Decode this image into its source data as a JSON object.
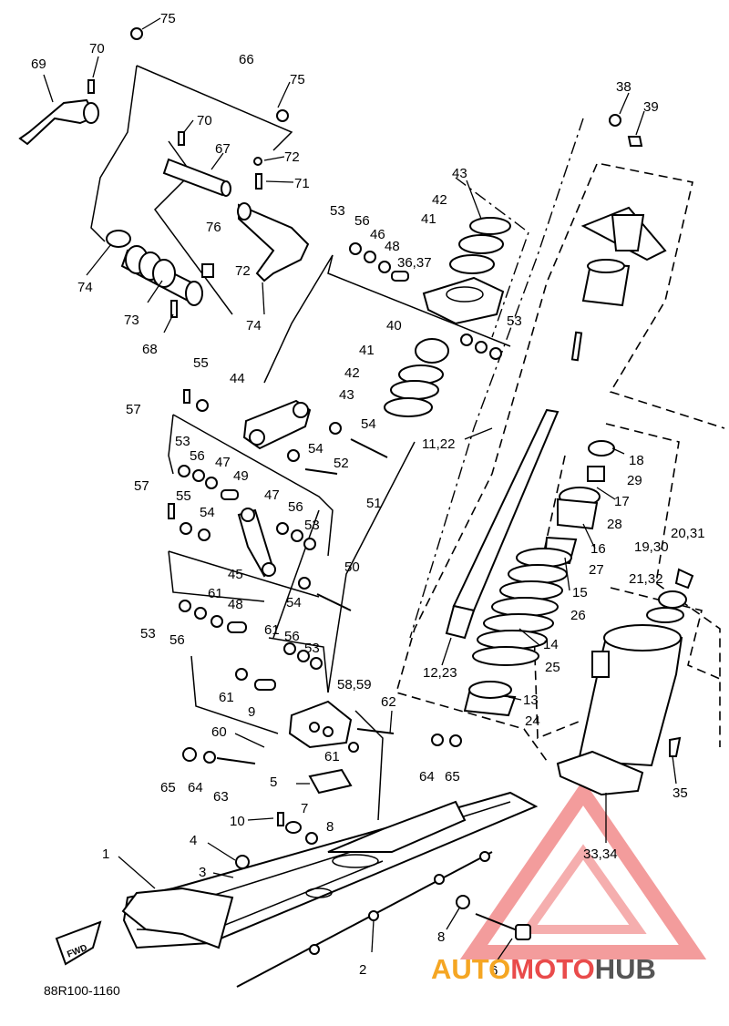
{
  "drawing_code": "88R100-1160",
  "fwd_label": "FWD",
  "watermark": {
    "part1": "AUTO",
    "part2": "MOTO",
    "part3": "HUB"
  },
  "colors": {
    "ink": "#000000",
    "watermark_red": "#e94b4b",
    "watermark_orange": "#f5a623",
    "watermark_gray": "#555555"
  },
  "callouts": [
    "75",
    "70",
    "66",
    "69",
    "75",
    "38",
    "39",
    "70",
    "67",
    "72",
    "71",
    "43",
    "42",
    "53",
    "56",
    "46",
    "48",
    "41",
    "36,37",
    "76",
    "72",
    "74",
    "73",
    "68",
    "74",
    "53",
    "40",
    "41",
    "42",
    "43",
    "55",
    "44",
    "57",
    "54",
    "54",
    "53",
    "56",
    "47",
    "49",
    "52",
    "51",
    "11,22",
    "18",
    "29",
    "17",
    "28",
    "57",
    "55",
    "54",
    "47",
    "56",
    "53",
    "16",
    "27",
    "20,31",
    "19,30",
    "50",
    "45",
    "54",
    "15",
    "26",
    "21,32",
    "61",
    "48",
    "53",
    "56",
    "14",
    "25",
    "61",
    "56",
    "53",
    "61",
    "9",
    "58,59",
    "62",
    "12,23",
    "13",
    "24",
    "60",
    "61",
    "65",
    "64",
    "63",
    "5",
    "64",
    "65",
    "35",
    "10",
    "7",
    "8",
    "4",
    "3",
    "1",
    "33,34",
    "8",
    "2",
    "6"
  ]
}
